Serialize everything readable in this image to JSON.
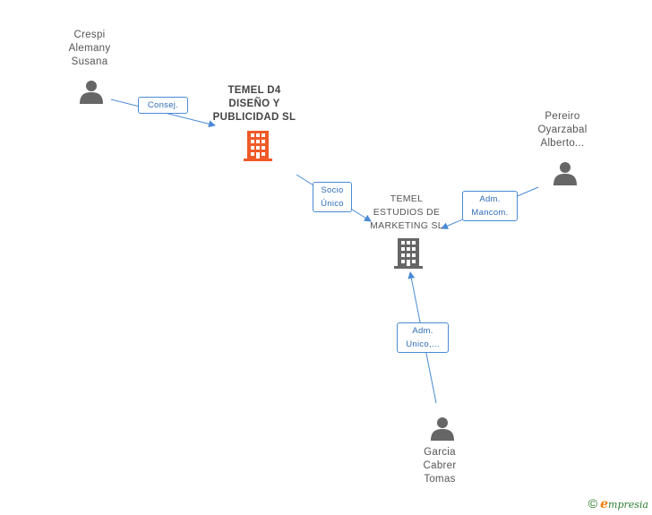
{
  "nodes": {
    "person_crespi": {
      "label_lines": [
        "Crespi",
        "Alemany",
        "Susana"
      ]
    },
    "company_temel_d4": {
      "label_lines": [
        "TEMEL D4",
        "DISEÑO Y",
        "PUBLICIDAD SL"
      ],
      "color": "#f05a28"
    },
    "person_pereiro": {
      "label_lines": [
        "Pereiro",
        "Oyarzabal",
        "Alberto..."
      ]
    },
    "company_temel_estudios": {
      "label_lines": [
        "TEMEL",
        "ESTUDIOS DE",
        "MARKETING SL"
      ],
      "color": "#666666"
    },
    "person_garcia": {
      "label_lines": [
        "Garcia",
        "Cabrer",
        "Tomas"
      ]
    }
  },
  "edges": {
    "crespi_to_d4": {
      "label_lines": [
        "Consej."
      ]
    },
    "d4_to_estudios": {
      "label_lines": [
        "Socio",
        "Único"
      ]
    },
    "pereiro_to_estudios": {
      "label_lines": [
        "Adm.",
        "Mancom."
      ]
    },
    "garcia_to_estudios": {
      "label_lines": [
        "Adm.",
        "Unico,..."
      ]
    }
  },
  "colors": {
    "edge": "#4a8ad4",
    "person_icon": "#666666"
  },
  "footer": {
    "copyright_symbol": "©",
    "brand_initial": "e",
    "brand_rest": "mpresia"
  }
}
